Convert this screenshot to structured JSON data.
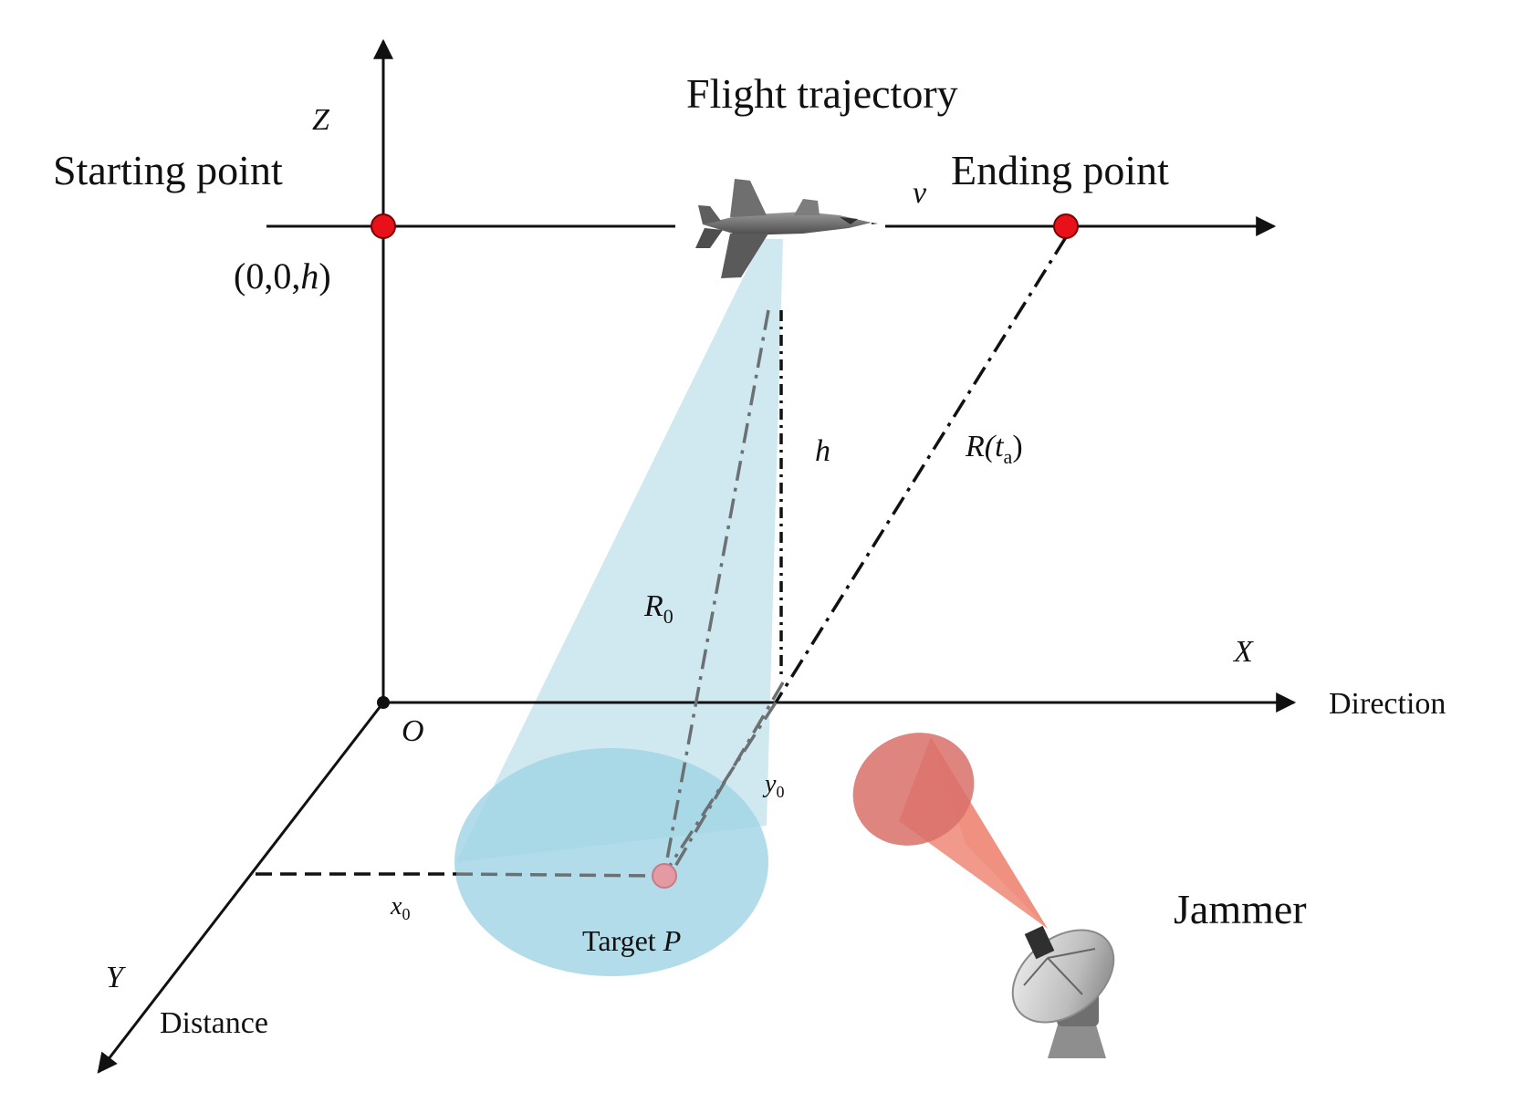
{
  "labels": {
    "flight_trajectory": "Flight  trajectory",
    "starting_point": "Starting point",
    "ending_point": "Ending point",
    "origin_coords_open": "(0,0,",
    "origin_coords_h": "h",
    "origin_coords_close": ")",
    "axis_z": "Z",
    "axis_x": "X",
    "axis_y": "Y",
    "origin": "O",
    "velocity": "v",
    "direction": "Direction",
    "distance": "Distance",
    "height": "h",
    "r0_main": "R",
    "r0_sub": "0",
    "rta_main": "R(t",
    "rta_sub": "a",
    "rta_close": ")",
    "x0_main": "x",
    "x0_sub": "0",
    "y0_main": "y",
    "y0_sub": "0",
    "target_text": "Target ",
    "target_symbol": "P",
    "jammer": "Jammer"
  },
  "colors": {
    "axis": "#111111",
    "point_marker": "#e8111a",
    "beam_fill": "#a9d7e6",
    "footprint_fill": "#9fd3e3",
    "target_fill": "#e49aa3",
    "jammer_beam": "#ef8f7e",
    "jammer_cone_top": "#d9706a",
    "range_line": "#111111",
    "inner_line": "#6b7073"
  },
  "icons": {
    "aircraft": "fighter-jet-icon",
    "jammer": "satellite-dish-icon"
  }
}
